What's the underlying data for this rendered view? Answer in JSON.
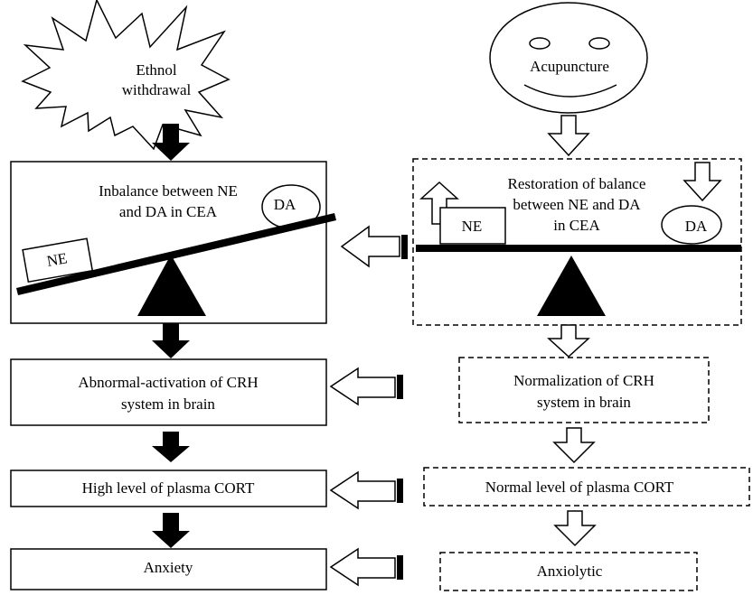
{
  "left_column": {
    "trigger": {
      "line1": "Ethnol",
      "line2": "withdrawal"
    },
    "imbalance": {
      "line1": "Inbalance between NE",
      "line2": "and DA in CEA",
      "ne_label": "NE",
      "da_label": "DA"
    },
    "crh": {
      "line1": "Abnormal-activation of CRH",
      "line2": "system in brain"
    },
    "cort": {
      "text": "High level of plasma CORT"
    },
    "anxiety": {
      "text": "Anxiety"
    }
  },
  "right_column": {
    "acupuncture": {
      "label": "Acupuncture"
    },
    "restoration": {
      "line1": "Restoration of balance",
      "line2": "between NE and DA",
      "line3": "in CEA",
      "ne_label": "NE",
      "da_label": "DA"
    },
    "crh": {
      "line1": "Normalization of CRH",
      "line2": "system in brain"
    },
    "cort": {
      "text": "Normal level of plasma CORT"
    },
    "anxiolytic": {
      "text": "Anxiolytic"
    }
  },
  "colors": {
    "stroke": "#000000",
    "fill_dark": "#000000",
    "fill_light": "#ffffff"
  }
}
